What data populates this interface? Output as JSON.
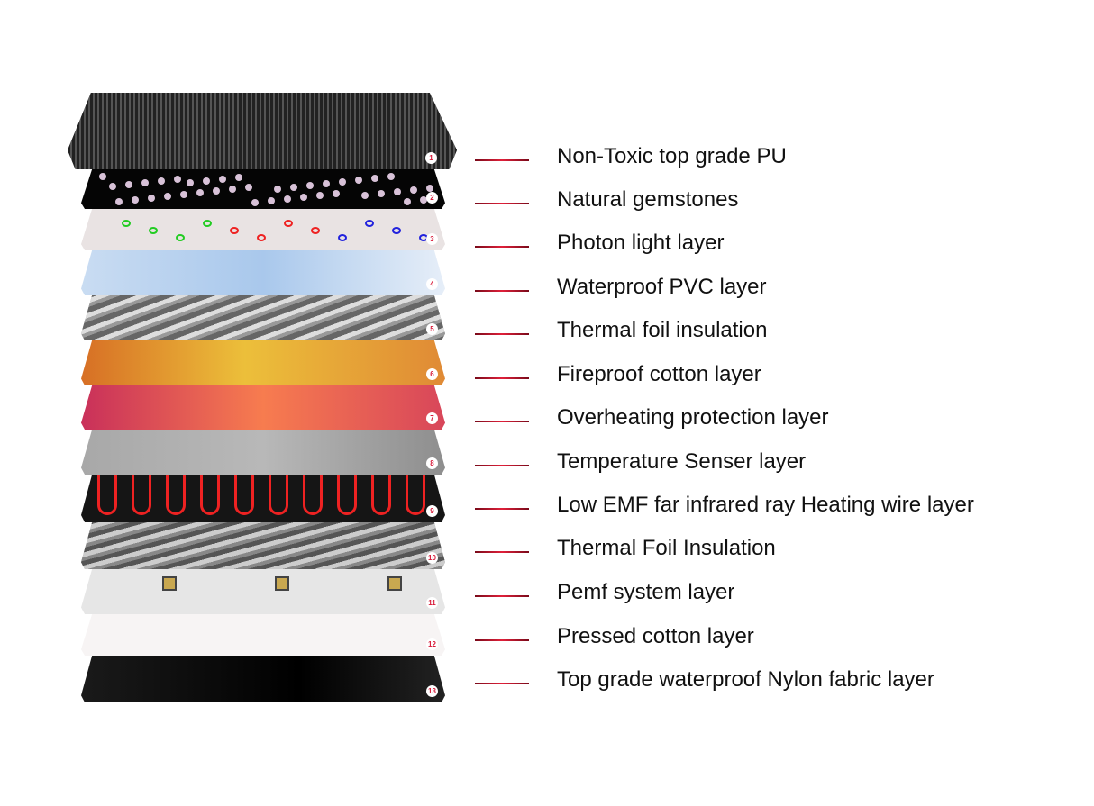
{
  "layers": [
    {
      "number": "1",
      "label": "Non-Toxic top grade PU"
    },
    {
      "number": "2",
      "label": "Natural gemstones"
    },
    {
      "number": "3",
      "label": "Photon light layer"
    },
    {
      "number": "4",
      "label": "Waterproof PVC layer"
    },
    {
      "number": "5",
      "label": "Thermal foil insulation"
    },
    {
      "number": "6",
      "label": "Fireproof cotton layer"
    },
    {
      "number": "7",
      "label": "Overheating protection layer"
    },
    {
      "number": "8",
      "label": "Temperature Senser layer"
    },
    {
      "number": "9",
      "label": "Low EMF far infrared ray Heating wire layer"
    },
    {
      "number": "10",
      "label": "Thermal Foil Insulation"
    },
    {
      "number": "11",
      "label": "Pemf  system layer"
    },
    {
      "number": "12",
      "label": "Pressed cotton layer"
    },
    {
      "number": "13",
      "label": "Top grade waterproof Nylon fabric layer"
    }
  ],
  "colors": {
    "leader": "#e0203a",
    "badge_text": "#d81b3a"
  }
}
